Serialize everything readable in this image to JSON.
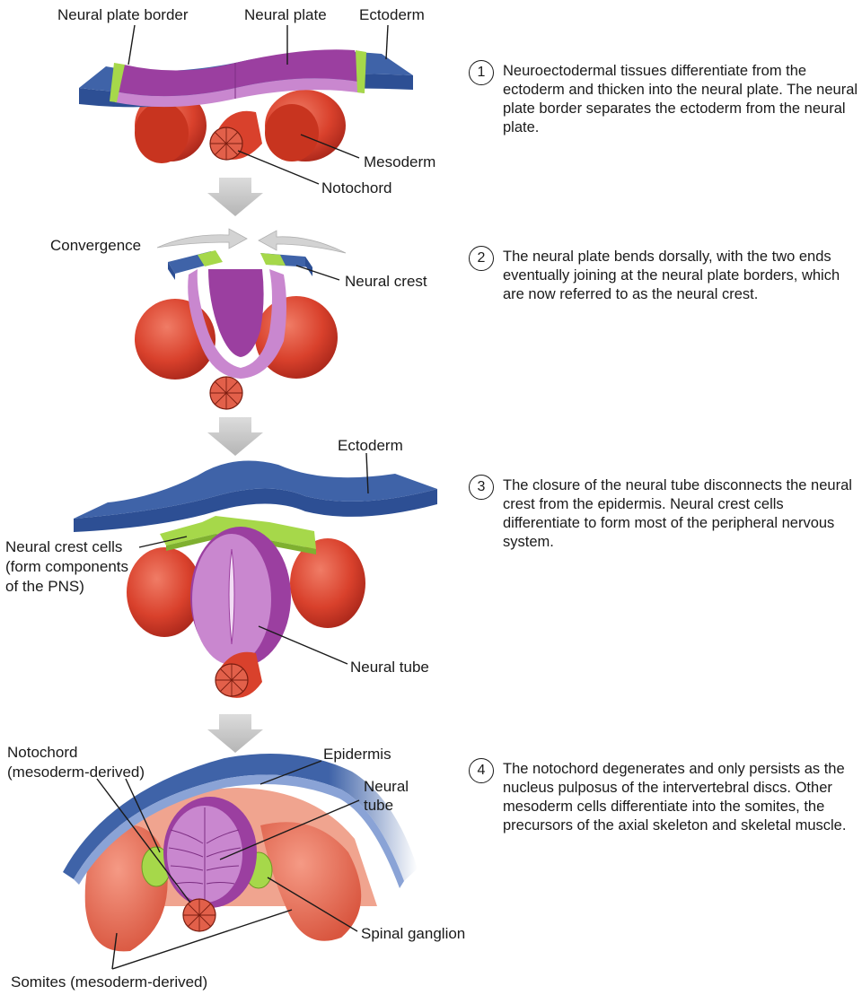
{
  "panel1": {
    "labels": {
      "neural_plate_border": "Neural plate border",
      "neural_plate": "Neural plate",
      "ectoderm": "Ectoderm",
      "mesoderm": "Mesoderm",
      "notochord": "Notochord"
    }
  },
  "panel2": {
    "labels": {
      "convergence": "Convergence",
      "neural_crest": "Neural crest"
    }
  },
  "panel3": {
    "labels": {
      "ectoderm": "Ectoderm",
      "neural_crest_cells_1": "Neural crest cells",
      "neural_crest_cells_2": "(form components",
      "neural_crest_cells_3": "of the PNS)",
      "neural_tube": "Neural tube"
    }
  },
  "panel4": {
    "labels": {
      "notochord_1": "Notochord",
      "notochord_2": "(mesoderm-derived)",
      "epidermis": "Epidermis",
      "neural_tube_1": "Neural",
      "neural_tube_2": "tube",
      "spinal_ganglion": "Spinal ganglion",
      "somites": "Somites (mesoderm-derived)"
    }
  },
  "steps": [
    {
      "number": "1",
      "text": "Neuroectodermal tissues differentiate from the ectoderm and thicken into the neural plate. The neural plate border separates the ectoderm from the neural plate."
    },
    {
      "number": "2",
      "text": "The neural plate bends dorsally, with the two ends eventually joining at the neural plate borders, which are now referred to as the neural crest."
    },
    {
      "number": "3",
      "text": "The closure of the neural tube disconnects the neural crest from the epidermis. Neural crest cells differentiate to form most of the peripheral nervous system."
    },
    {
      "number": "4",
      "text": "The notochord degenerates and only persists as the nucleus pulposus of the intervertebral discs. Other mesoderm cells differentiate into the somites, the precursors of the axial skeleton and skeletal muscle."
    }
  ],
  "colors": {
    "ectoderm": "#3f63a8",
    "neural_plate": "#9b3fa0",
    "neural_plate_light": "#c987cf",
    "border_green": "#a6d84a",
    "mesoderm": "#d9412c",
    "somite": "#e8705a",
    "arrow": "#c8c8c8"
  }
}
